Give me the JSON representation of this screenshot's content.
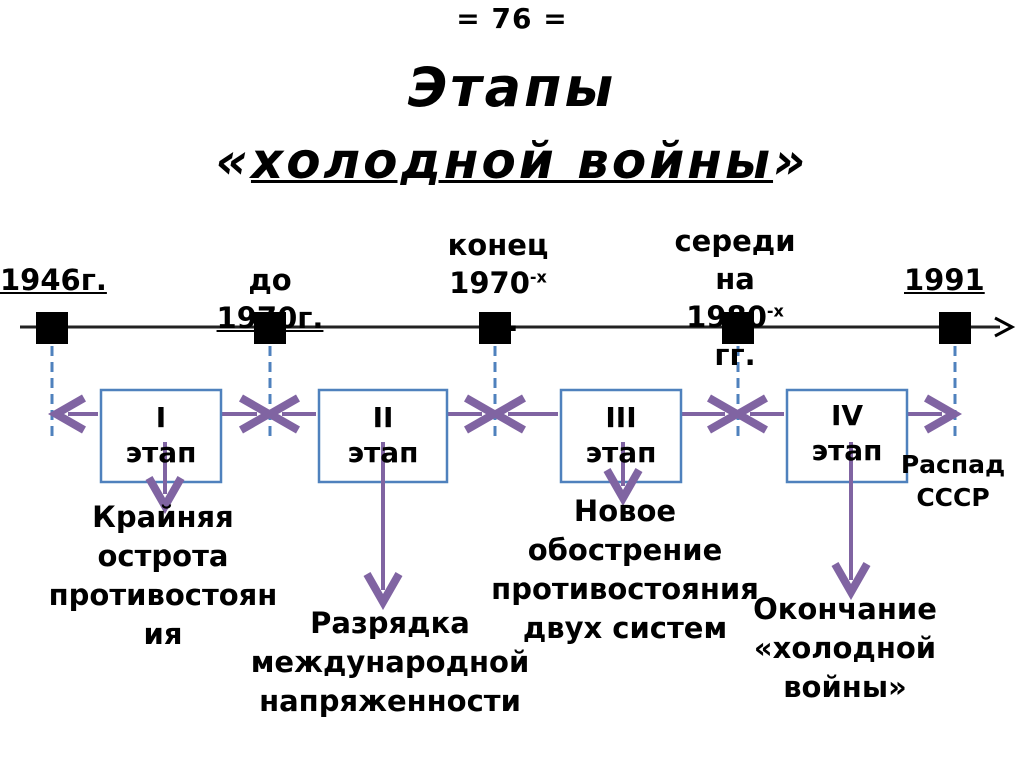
{
  "page_number": "= 76 =",
  "title": {
    "line1": "Этапы",
    "line2_open": "«",
    "line2_main": "холодной войны",
    "line2_close": "»"
  },
  "timeline": {
    "dates": [
      {
        "text": "1946г."
      },
      {
        "line1": "до",
        "line2": "1970г."
      },
      {
        "line1": "конец",
        "line2": "1970",
        "sup": "-х",
        "line3": "гг."
      },
      {
        "line1": "середи",
        "line2": "на",
        "line3": "1980",
        "sup": "-х",
        "line4": "гг."
      },
      {
        "text": "1991"
      }
    ],
    "stages": [
      {
        "roman": "I",
        "word": "этап"
      },
      {
        "roman": "II",
        "word": "этап"
      },
      {
        "roman": "III",
        "word": "этап"
      },
      {
        "roman": "IV",
        "word": "этап"
      }
    ],
    "descriptions": [
      {
        "lines": [
          "Крайняя",
          "острота",
          "противостоян",
          "ия"
        ]
      },
      {
        "lines": [
          "Разрядка",
          "международной",
          "напряженности"
        ]
      },
      {
        "lines": [
          "Новое",
          "обострение",
          "противостояния",
          "двух систем"
        ]
      },
      {
        "lines": [
          "Окончание",
          "«холодной",
          "войны»"
        ]
      }
    ],
    "final_event": {
      "lines": [
        "Распад",
        "СССР"
      ]
    }
  },
  "colors": {
    "box_border": "#4f81bd",
    "dashed_line": "#4f81bd",
    "arrow": "#8064a2",
    "timeline": "#000000"
  }
}
